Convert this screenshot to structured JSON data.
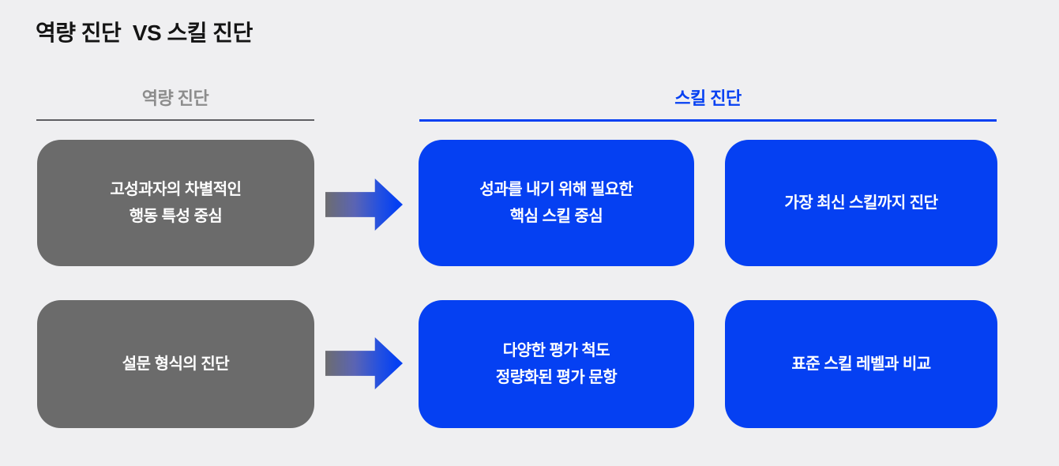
{
  "title": "역량 진단  VS 스킬 진단",
  "colors": {
    "accent-blue": "#0540F2",
    "box-gray": "#6B6B6B",
    "header-gray": "#8C8C8C",
    "underline-gray": "#5E5E62",
    "background": "#EFEFF1",
    "title-color": "#141414",
    "box-text": "#FFFFFF"
  },
  "left": {
    "header": "역량 진단",
    "boxes": [
      {
        "lines": [
          "고성과자의 차별적인",
          "행동 특성 중심"
        ]
      },
      {
        "lines": [
          "설문 형식의 진단"
        ]
      }
    ]
  },
  "right": {
    "header": "스킬 진단",
    "boxes": [
      {
        "lines": [
          "성과를 내기 위해 필요한",
          "핵심 스킬 중심"
        ]
      },
      {
        "lines": [
          "가장 최신 스킬까지 진단"
        ]
      },
      {
        "lines": [
          "다양한 평가 척도",
          "정량화된 평가 문항"
        ]
      },
      {
        "lines": [
          "표준 스킬 레벨과 비교"
        ]
      }
    ]
  }
}
